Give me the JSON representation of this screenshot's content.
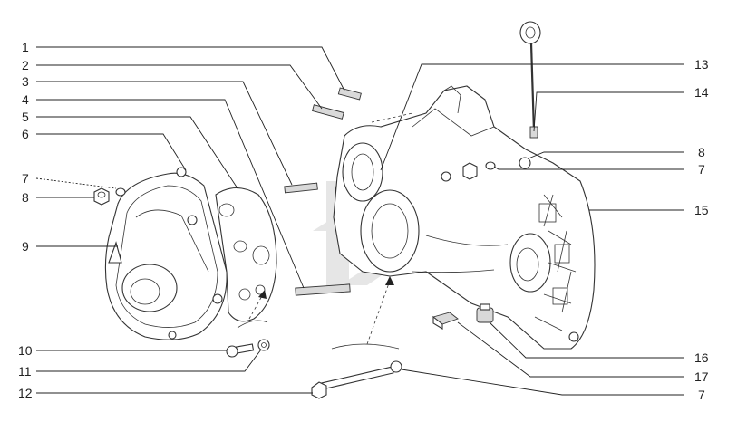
{
  "diagram": {
    "callouts_left": [
      {
        "id": "c1",
        "label": "1"
      },
      {
        "id": "c2",
        "label": "2"
      },
      {
        "id": "c3",
        "label": "3"
      },
      {
        "id": "c4",
        "label": "4"
      },
      {
        "id": "c5",
        "label": "5"
      },
      {
        "id": "c6",
        "label": "6"
      },
      {
        "id": "c7",
        "label": "7"
      },
      {
        "id": "c8",
        "label": "8"
      },
      {
        "id": "c9",
        "label": "9"
      },
      {
        "id": "c10",
        "label": "10"
      },
      {
        "id": "c11",
        "label": "11"
      },
      {
        "id": "c12",
        "label": "12"
      }
    ],
    "callouts_right": [
      {
        "id": "r13",
        "label": "13"
      },
      {
        "id": "r14",
        "label": "14"
      },
      {
        "id": "r8",
        "label": "8"
      },
      {
        "id": "r7a",
        "label": "7"
      },
      {
        "id": "r15",
        "label": "15"
      },
      {
        "id": "r16",
        "label": "16"
      },
      {
        "id": "r17",
        "label": "17"
      },
      {
        "id": "r7b",
        "label": "7"
      }
    ]
  }
}
